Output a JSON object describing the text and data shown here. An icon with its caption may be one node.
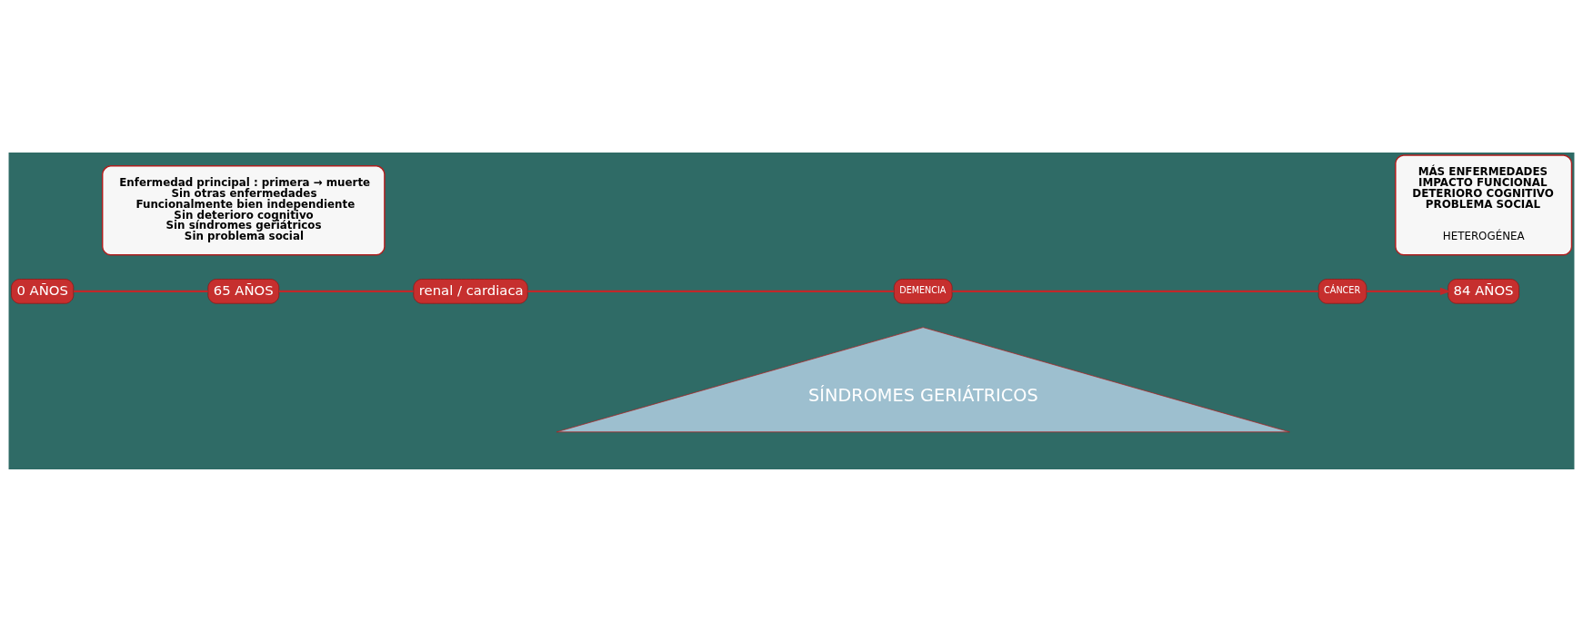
{
  "diagram": {
    "nodes": [
      {
        "text": [
          "SÍNDROMES GERIÁTRICOS"
        ]
      },
      {
        "text": [
          "0 AÑOS"
        ]
      },
      {
        "text": [
          "65 AÑOS"
        ]
      },
      {
        "text": [
          "renal / cardiaca"
        ]
      },
      {
        "text": [
          "DEMENCIA"
        ]
      },
      {
        "text": [
          "CÁNCER"
        ]
      },
      {
        "text": [
          "84 AÑOS"
        ]
      },
      {
        "text": [
          "Enfermedad principal : primera → muerte",
          "Sin otras enfermedades",
          "Funcionalmente bien independiente",
          "Sin deterioro cognitivo",
          "Sin síndromes geriátricos",
          "Sin problema social"
        ]
      },
      {
        "text": [
          "MÁS ENFERMEDADES",
          "IMPACTO FUNCIONAL",
          "DETERIORO COGNITIVO",
          "PROBLEMA SOCIAL",
          "HETEROGÉNEA"
        ]
      }
    ],
    "edges": [
      {
        "from": 1,
        "to": 2,
        "arrow": "none"
      },
      {
        "from": 2,
        "to": 3,
        "arrow": "none"
      },
      {
        "from": 3,
        "to": 4,
        "arrow": "none"
      },
      {
        "from": 4,
        "to": 5,
        "arrow": "none"
      },
      {
        "from": 5,
        "to": 6,
        "arrow": "to"
      }
    ]
  }
}
